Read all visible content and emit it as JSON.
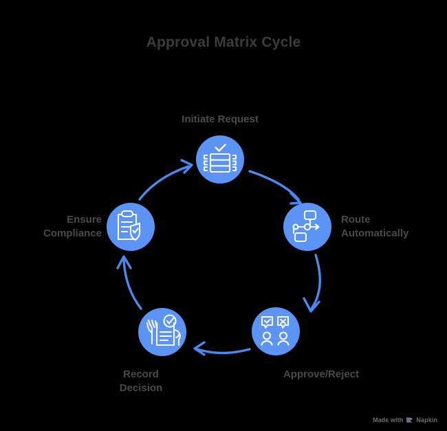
{
  "page": {
    "title": "Approval Matrix Cycle",
    "background_color": "#000000",
    "title_color": "#3c3c3c",
    "label_color": "#4a4a4a",
    "accent_color": "#5b94f5",
    "icon_color": "#ffffff",
    "arrow_color": "#4a8af0"
  },
  "diagram": {
    "type": "cycle",
    "node_count": 5,
    "nodes": [
      {
        "id": "initiate-request",
        "label": "Initiate Request",
        "icon": "form-checkmark-icon",
        "position": "top",
        "order": 1
      },
      {
        "id": "route-automatically",
        "label": "Route\nAutomatically",
        "icon": "flowchart-route-arrow-icon",
        "position": "right",
        "order": 2
      },
      {
        "id": "approve-reject",
        "label": "Approve/Reject",
        "icon": "people-approve-reject-icon",
        "position": "bottom-right",
        "order": 3
      },
      {
        "id": "record-decision",
        "label": "Record\nDecision",
        "icon": "hands-document-check-icon",
        "position": "bottom-left",
        "order": 4
      },
      {
        "id": "ensure-compliance",
        "label": "Ensure\nCompliance",
        "icon": "clipboard-shield-check-icon",
        "position": "left",
        "order": 5
      }
    ],
    "connections": [
      {
        "from": "initiate-request",
        "to": "route-automatically"
      },
      {
        "from": "route-automatically",
        "to": "approve-reject"
      },
      {
        "from": "approve-reject",
        "to": "record-decision"
      },
      {
        "from": "record-decision",
        "to": "ensure-compliance"
      },
      {
        "from": "ensure-compliance",
        "to": "initiate-request"
      }
    ]
  },
  "watermark": {
    "prefix": "Made with",
    "brand": "Napkin",
    "logo": "napkin-logo-icon"
  }
}
